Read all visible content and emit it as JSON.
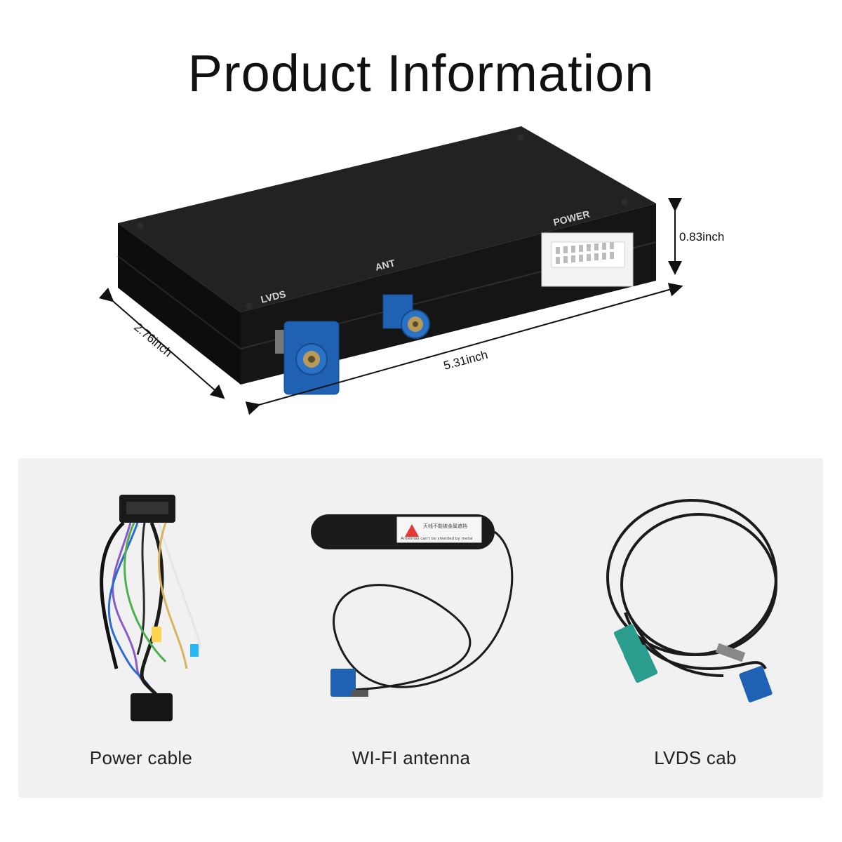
{
  "title": "Product Information",
  "product": {
    "port_labels": {
      "lvds": "LVDS",
      "ant": "ANT",
      "power": "POWER"
    },
    "dimensions": {
      "height": "0.83inch",
      "width": "5.31inch",
      "depth": "2.76inch"
    },
    "colors": {
      "housing": "#1c1c1c",
      "connector_blue": "#1f62b3",
      "power_connector": "#f2f2f2"
    }
  },
  "accessories": [
    {
      "label": "Power cable"
    },
    {
      "label": "WI-FI antenna"
    },
    {
      "label": "LVDS cab"
    }
  ],
  "antenna_sticker": {
    "line1": "天线不能被金属遮挡",
    "line2": "Antennas can't be shielded by metal"
  }
}
